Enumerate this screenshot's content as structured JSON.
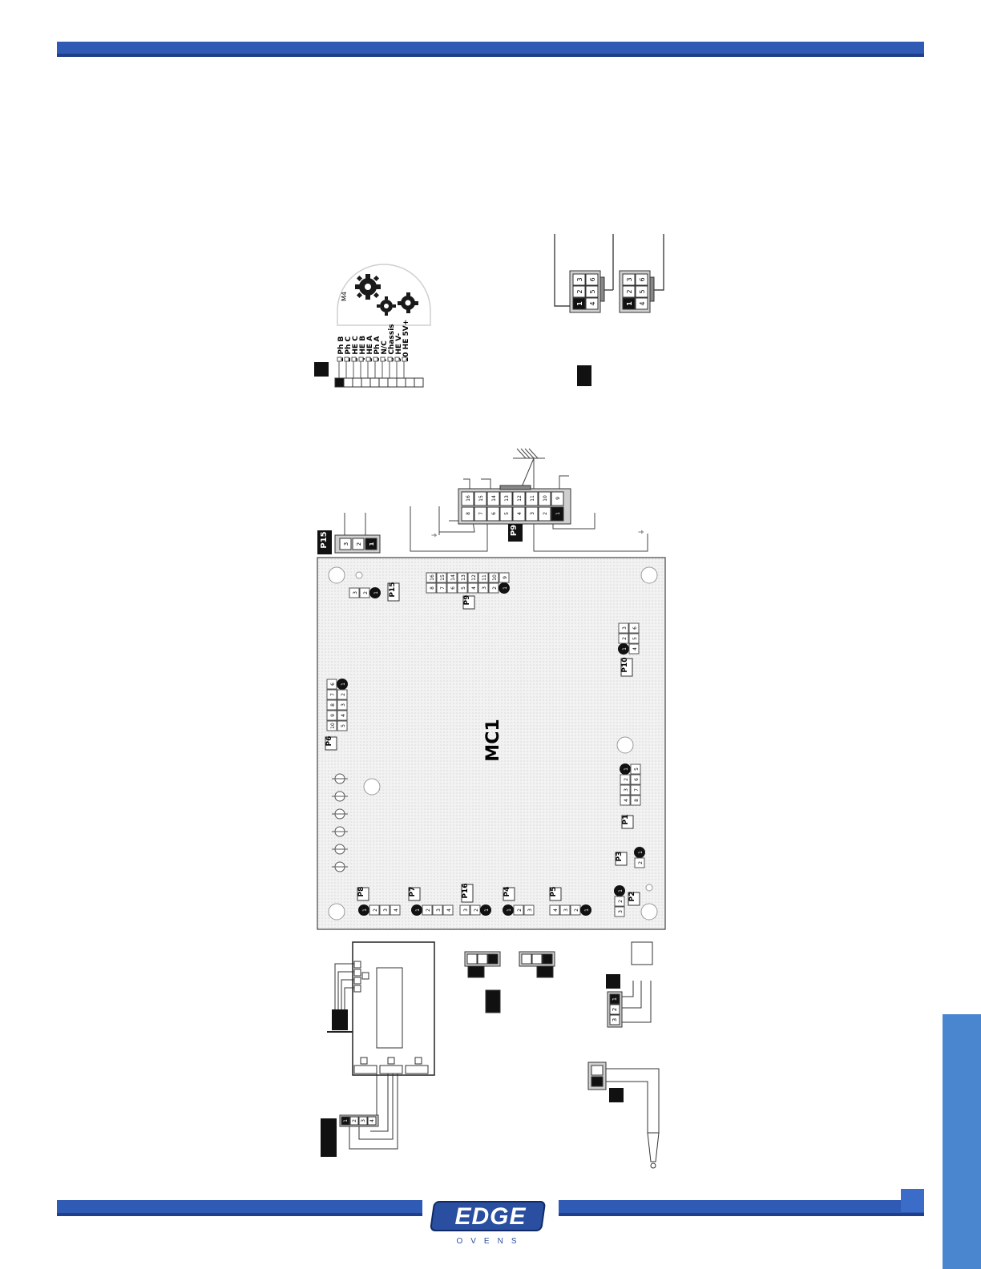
{
  "colors": {
    "band": "#2f5bb5",
    "band_shadow": "#1f3f8a",
    "side_tab": "#4a86d0",
    "logo_fill": "#2a4fa0"
  },
  "logo": {
    "brand": "EDGE",
    "tagline": "OVENS"
  },
  "motor": {
    "label": "M4",
    "pins": [
      "1 Ph B",
      "2 Ph C",
      "3 HE C",
      "4 HE B",
      "5 HE A",
      "6 Ph A",
      "7 N/C",
      "8 Chassis",
      "9 HE V-",
      "10 HE 5V+"
    ]
  },
  "board": {
    "title": "MC1",
    "connectors": {
      "p15": "P15",
      "p9": "P9",
      "p10": "P10",
      "p6": "P6",
      "p1": "P1",
      "p3": "P3",
      "p2": "P2",
      "p8": "P8",
      "p7": "P7",
      "p16": "P16",
      "p4": "P4",
      "p5": "P5"
    },
    "pins": {
      "p15": [
        "3",
        "2",
        "1"
      ],
      "p9_top": [
        "8",
        "7",
        "6",
        "5",
        "4",
        "3",
        "2",
        "1"
      ],
      "p9_bottom": [
        "16",
        "15",
        "14",
        "13",
        "12",
        "11",
        "10",
        "9"
      ],
      "p10_a": [
        "3",
        "2",
        "1"
      ],
      "p10_b": [
        "6",
        "5",
        "4"
      ],
      "p6_a": [
        "6",
        "7",
        "8",
        "9",
        "10"
      ],
      "p6_b": [
        "1",
        "2",
        "3",
        "4",
        "5"
      ],
      "p1_a": [
        "1",
        "2",
        "3",
        "4"
      ],
      "p1_b": [
        "5",
        "6",
        "7",
        "8"
      ],
      "p3": [
        "1",
        "2"
      ],
      "p2": [
        "1",
        "2",
        "3"
      ],
      "p8": [
        "1",
        "2",
        "3",
        "4"
      ],
      "p7": [
        "1",
        "2",
        "3",
        "4"
      ],
      "p16": [
        "3",
        "2",
        "1"
      ],
      "p4": [
        "1",
        "2",
        "3"
      ],
      "p5": [
        "4",
        "3",
        "2",
        "1"
      ]
    }
  },
  "plugs": {
    "six_pin": [
      "3",
      "6",
      "2",
      "5",
      "1",
      "4"
    ],
    "sixteen_pin_top": [
      "16",
      "15",
      "14",
      "13",
      "12",
      "11",
      "10",
      "9"
    ],
    "sixteen_pin_bottom": [
      "8",
      "7",
      "6",
      "5",
      "4",
      "3",
      "2",
      "1"
    ],
    "three_pin": [
      "3",
      "2",
      "1"
    ],
    "p2_plug": [
      "3",
      "2",
      "1"
    ],
    "ribbon_plug": [
      "1",
      "2",
      "3",
      "4"
    ]
  }
}
